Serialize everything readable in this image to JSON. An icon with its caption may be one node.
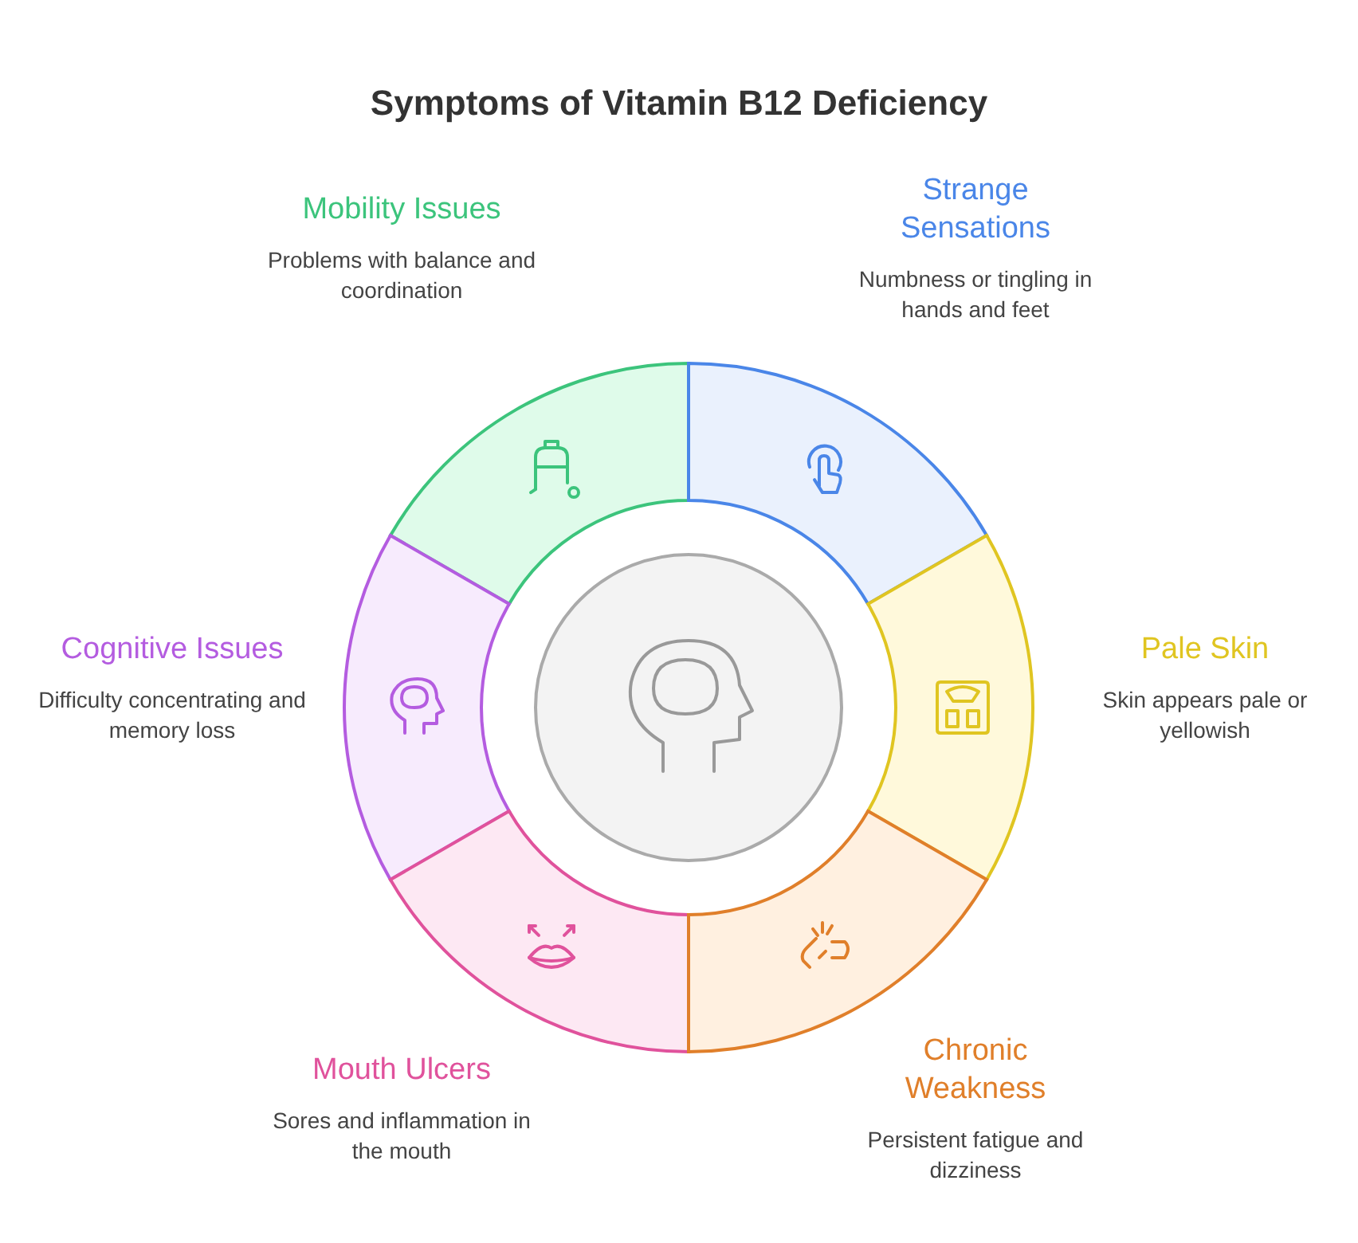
{
  "diagram": {
    "title": "Symptoms of Vitamin B12 Deficiency",
    "nodes": [
      {
        "text": [
          "Mobility Issues",
          "Problems with balance and coordination"
        ]
      },
      {
        "text": [
          "Strange Sensations",
          "Numbness or tingling in hands and feet"
        ]
      },
      {
        "text": [
          "Cognitive Issues",
          "Difficulty concentrating and memory loss"
        ]
      },
      {
        "text": [
          "Pale Skin",
          "Skin appears pale or yellowish"
        ]
      },
      {
        "text": [
          "Mouth Ulcers",
          "Sores and inflammation in the mouth"
        ]
      },
      {
        "text": [
          "Chronic Weakness",
          "Persistent fatigue and dizziness"
        ]
      }
    ]
  }
}
